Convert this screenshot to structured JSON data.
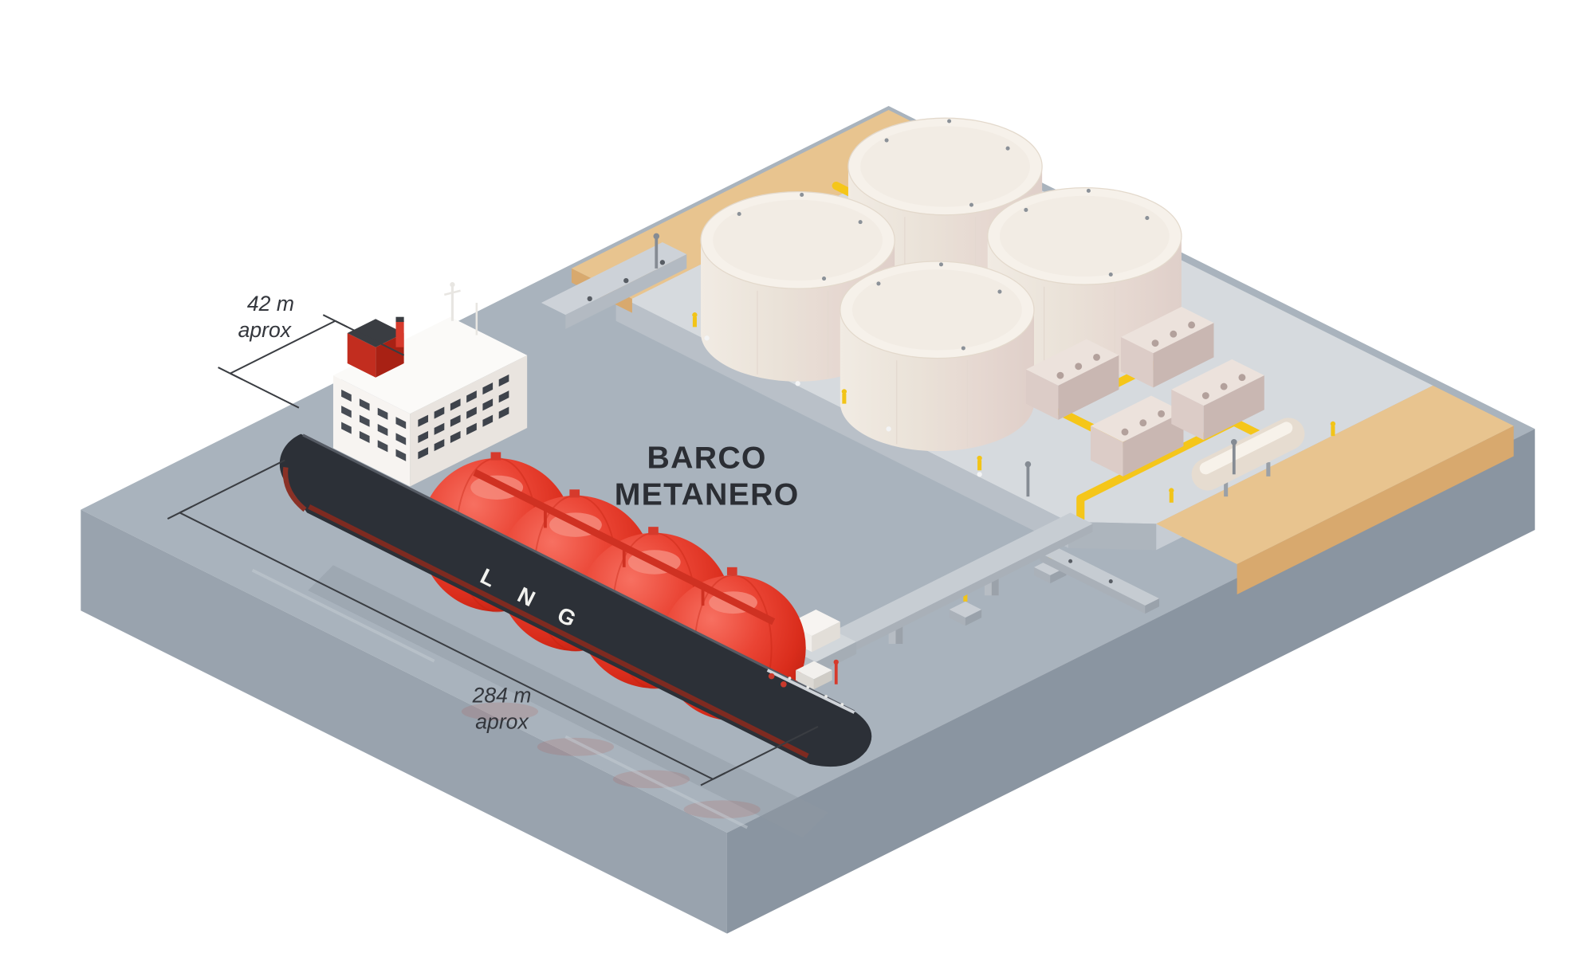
{
  "title": {
    "line1": "BARCO",
    "line2": "METANERO"
  },
  "dimensions": {
    "beam": {
      "value": "42 m",
      "qualifier": "aprox"
    },
    "length": {
      "value": "284 m",
      "qualifier": "aprox"
    }
  },
  "ship": {
    "hull_marking": "L N G"
  },
  "palette": {
    "background": "#ffffff",
    "water": "#a9b3bd",
    "water_side": "#99a3ae",
    "water_side_dark": "#8a95a1",
    "platform": "#d6dade",
    "platform_side": "#b9c0c8",
    "sand": "#e8c48f",
    "sand_side": "#d8a96e",
    "tank_top": "#f6f1ea",
    "pipeline_yellow": "#f5c61a",
    "ship_hull": "#2c3037",
    "sphere_red": "#e63a2b",
    "superstructure_white": "#f7f4f1",
    "deck_pipe_red": "#cf3122",
    "jetty_gray": "#c7cdd3",
    "text_dark": "#2b2e34"
  }
}
